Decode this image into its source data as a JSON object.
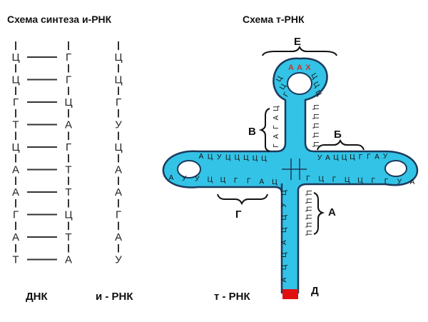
{
  "left_title": "Схема синтеза и-РНК",
  "right_title": "Схема т-РНК",
  "dna": {
    "left_strand": [
      "Ц",
      "Ц",
      "Г",
      "Т",
      "Ц",
      "А",
      "А",
      "Г",
      "А",
      "Т"
    ],
    "right_strand": [
      "Г",
      "Г",
      "Ц",
      "А",
      "Г",
      "Т",
      "Т",
      "Ц",
      "Т",
      "А"
    ]
  },
  "mrna": [
    "Ц",
    "Ц",
    "Г",
    "У",
    "Ц",
    "А",
    "А",
    "Г",
    "А",
    "У"
  ],
  "captions": {
    "dna": "ДНК",
    "mrna": "и - РНК",
    "trna": "т - РНК"
  },
  "trna": {
    "labels": {
      "E": "Е",
      "V": "В",
      "B": "Б",
      "G": "Г",
      "A": "А",
      "D": "Д"
    },
    "anticodon": "ААХ",
    "left_loop_top": [
      "Ц",
      "Ц",
      "Ц",
      "Ц",
      "Ц",
      "У",
      "Ц",
      "А"
    ],
    "left_loop_bottom": [
      "А",
      "У",
      "У",
      "Ц",
      "Ц",
      "Г",
      "Г",
      "А",
      "Ц"
    ],
    "right_loop_top": [
      "У",
      "А",
      "Ц",
      "Ц",
      "Ц",
      "Г",
      "Г",
      "А",
      "У"
    ],
    "right_loop_bottom": [
      "Г",
      "Ц",
      "Г",
      "Ц",
      "Ц",
      "Г",
      "Г",
      "У",
      "А"
    ],
    "stem_upper_left": [
      "Ц",
      "А",
      "Г",
      "А",
      "Г"
    ],
    "stem_upper_right": [
      "Ц",
      "Ц",
      "Ц",
      "Ц",
      "Ц"
    ],
    "stem_lower_left": [
      "Ц",
      "У",
      "Ц",
      "Ц",
      "А",
      "Ц",
      "Ц",
      "А"
    ],
    "stem_lower_right": [
      "Ц",
      "Ц",
      "Ц",
      "Ц",
      "Ц",
      "Ц"
    ],
    "top_loop_left": [
      "Ц",
      "Ц",
      "Г"
    ],
    "top_loop_right": [
      "Ц",
      "Ц",
      "Ц"
    ]
  },
  "colors": {
    "trna_fill": "#33c3e6",
    "trna_stroke": "#1b3a5c",
    "acceptor_end": "#e01010"
  }
}
